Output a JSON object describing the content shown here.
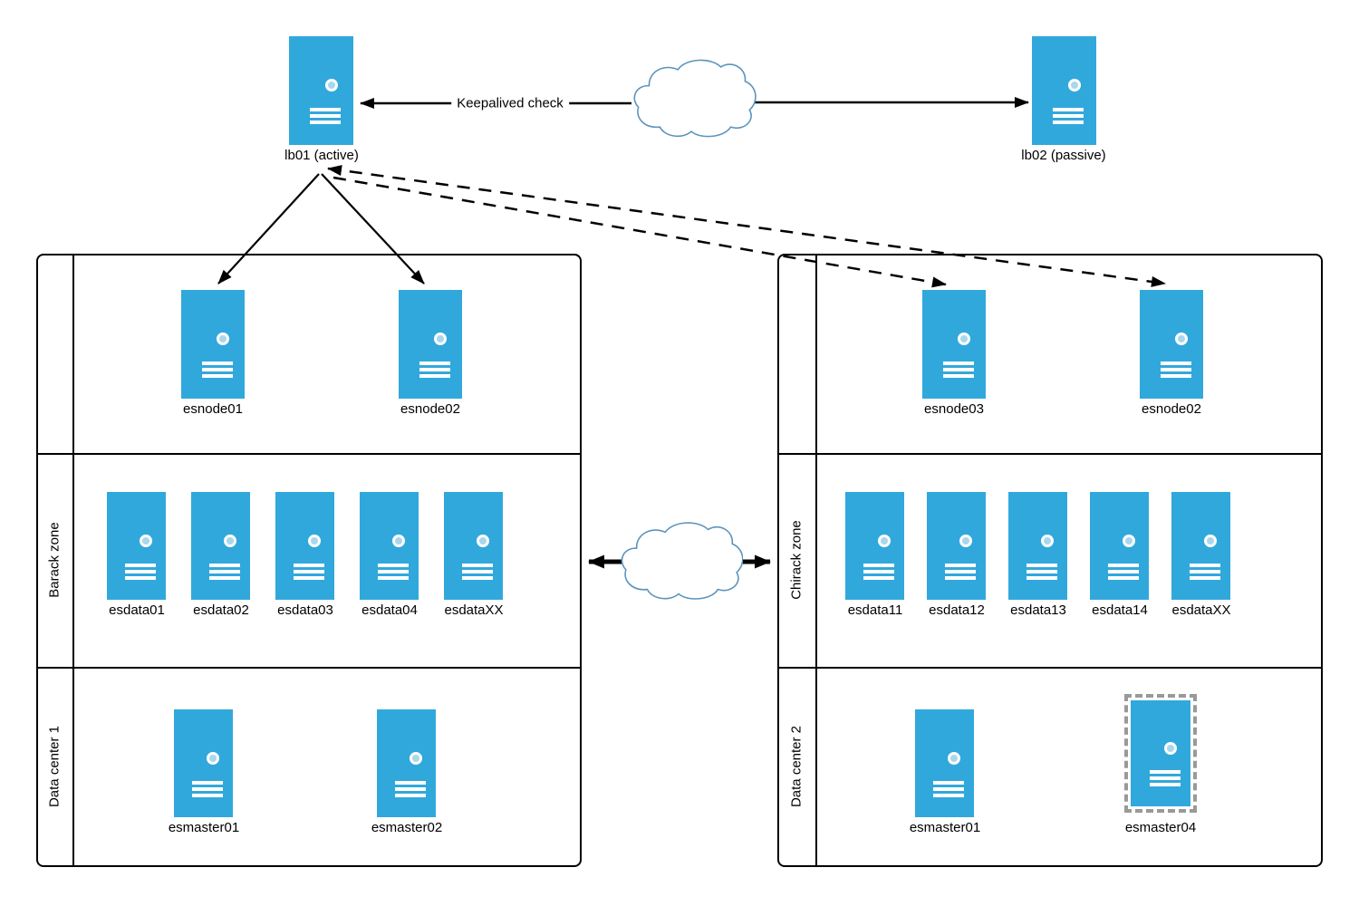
{
  "lb": {
    "lb01_label": "lb01 (active)",
    "lb02_label": "lb02 (passive)",
    "keepalived_label": "Keepalived check"
  },
  "dc1": {
    "zone_label": "Barack zone",
    "dc_label": "Data center 1",
    "esnodes": [
      "esnode01",
      "esnode02"
    ],
    "esdata": [
      "esdata01",
      "esdata02",
      "esdata03",
      "esdata04",
      "esdataXX"
    ],
    "esmasters": [
      "esmaster01",
      "esmaster02"
    ]
  },
  "dc2": {
    "zone_label": "Chirack zone",
    "dc_label": "Data center 2",
    "esnodes": [
      "esnode03",
      "esnode02"
    ],
    "esdata": [
      "esdata11",
      "esdata12",
      "esdata13",
      "esdata14",
      "esdataXX"
    ],
    "esmasters": [
      "esmaster01",
      "esmaster04"
    ],
    "ghost_node": "esmaster04"
  },
  "colors": {
    "server_fill": "#31a8dc",
    "power_button_inner": "#a9d7ec",
    "cloud_stroke": "#5b93bd",
    "ghost_border": "#999999",
    "connector": "#000000"
  },
  "icons": {
    "server": "server-icon",
    "cloud": "wan-cloud-icon"
  }
}
